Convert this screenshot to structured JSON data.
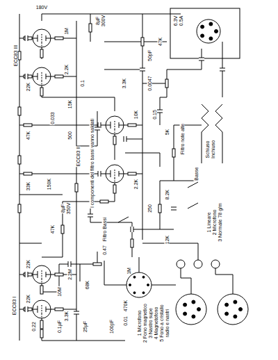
{
  "diagram": {
    "labels": [
      "ECC83 I",
      "ECC83 II",
      "ECC83 III",
      "I componenti del filtro bassi vanno saldati",
      "1 Microfono",
      "2 Fono magnetico",
      "3 Nastro supe",
      "4 Magnetofono",
      "5 Fono a cristallo",
      "radio e nastri",
      "Filtro Bassi",
      "Filtro note alte",
      "Basse",
      "Schiuso",
      "Inchiuso",
      "1 Lineare",
      "2 Microfono",
      "3 Normale 78 g/m",
      "22K",
      "0.22",
      "0.1µF",
      "10M",
      "3.3K",
      "25µF",
      "68K",
      "22K",
      "47K",
      "2.2M",
      "0.47",
      "1M",
      "470K",
      "8µF",
      "350V",
      "150K",
      "33K",
      "0.033",
      "500",
      "15K",
      "10K",
      "0.15",
      "5K",
      "8.2K",
      "12K",
      "250",
      "47K",
      "2.2K",
      "0.1",
      "180V",
      "2.2K",
      "1M",
      "47K",
      "50pF",
      "0.0047",
      "6.3V",
      "0.5A",
      "8µF",
      "300V",
      "22K",
      "3.3K",
      "0.01",
      "100pF"
    ]
  }
}
